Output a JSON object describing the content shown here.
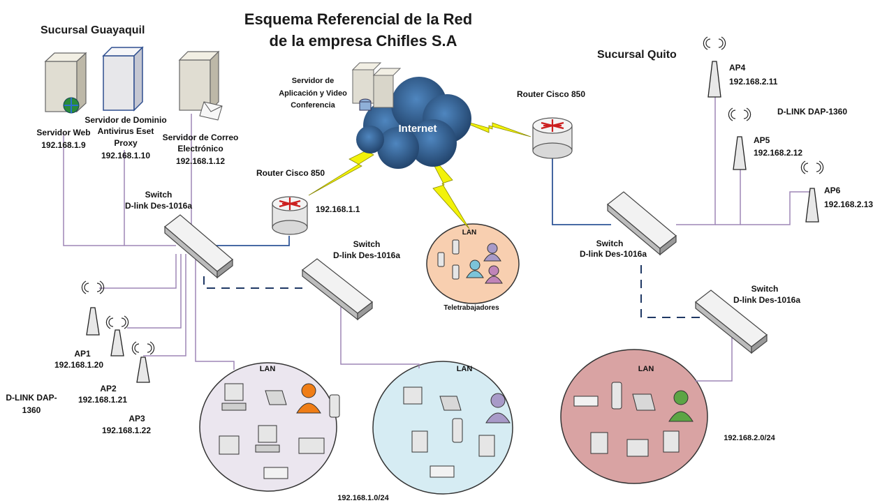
{
  "title_line1": "Esquema Referencial de la Red",
  "title_line2": "de la empresa Chifles S.A",
  "guayaquil": {
    "branch_label": "Sucursal Guayaquil",
    "web_server": {
      "name": "Servidor Web",
      "ip": "192.168.1.9"
    },
    "domain_server": {
      "line1": "Servidor de Dominio",
      "line2": "Antivirus Eset",
      "line3": "Proxy",
      "ip": "192.168.1.10"
    },
    "mail_server": {
      "line1": "Servidor de Correo",
      "line2": "Electrónico",
      "ip": "192.168.1.12"
    },
    "router": {
      "name": "Router Cisco 850",
      "ip": "192.168.1.1"
    },
    "switch_main": {
      "line1": "Switch",
      "line2": "D-link Des-1016a"
    },
    "switch_second": {
      "line1": "Switch",
      "line2": "D-link Des-1016a"
    },
    "ap1": {
      "name": "AP1",
      "ip": "192.168.1.20"
    },
    "ap2": {
      "name": "AP2",
      "ip": "192.168.1.21"
    },
    "ap3": {
      "name": "AP3",
      "ip": "192.168.1.22"
    },
    "ap_model_line1": "D-LINK DAP-",
    "ap_model_line2": "1360",
    "lan1_label": "LAN",
    "lan2_label": "LAN",
    "subnet": "192.168.1.0/24"
  },
  "internet": {
    "cloud_label": "Internet",
    "app_server_line1": "Servidor de",
    "app_server_line2": "Aplicación y Video",
    "app_server_line3": "Conferencia",
    "telework_lan_label": "LAN",
    "telework_label": "Teletrabajadores"
  },
  "quito": {
    "branch_label": "Sucursal Quito",
    "router": {
      "name": "Router Cisco 850"
    },
    "ap4": {
      "name": "AP4",
      "ip": "192.168.2.11"
    },
    "ap5": {
      "name": "AP5",
      "ip": "192.168.2.12"
    },
    "ap6": {
      "name": "AP6",
      "ip": "192.168.2.13"
    },
    "ap_model": "D-LINK DAP-1360",
    "switch_main": {
      "line1": "Switch",
      "line2": "D-link Des-1016a"
    },
    "switch_second": {
      "line1": "Switch",
      "line2": "D-link Des-1016a"
    },
    "lan_label": "LAN",
    "subnet": "192.168.2.0/24"
  },
  "colors": {
    "wire_purple": "#9d86b6",
    "wire_blue": "#2f5597",
    "wire_dashed": "#1f3864",
    "wan_bolt": "#f2f20a",
    "lan1_fill": "#ebe6ef",
    "lan2_fill": "#d6ecf3",
    "lan3_fill": "#d9a3a3",
    "telework_fill": "#f8cfb0",
    "cloud_fill": "#2c5c8e",
    "router_arrow": "#cc1f1f"
  }
}
